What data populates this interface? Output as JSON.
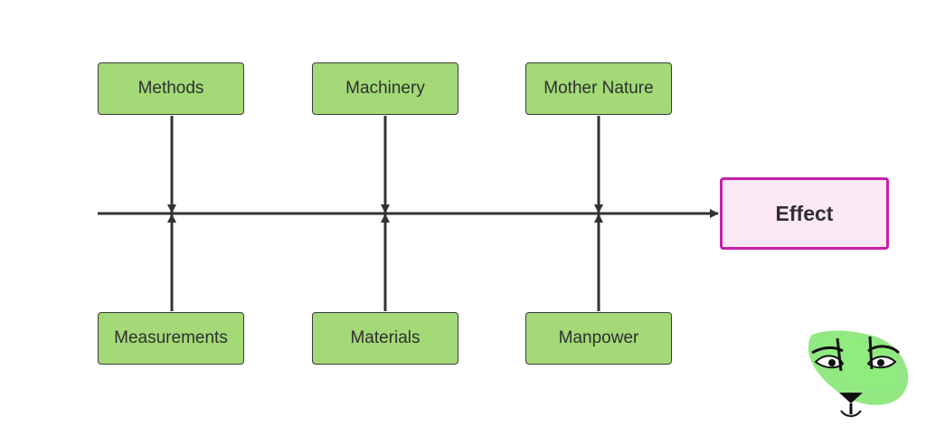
{
  "diagram": {
    "type": "fishbone",
    "effect": "Effect",
    "causes_top": [
      "Methods",
      "Machinery",
      "Mother Nature"
    ],
    "causes_bottom": [
      "Measurements",
      "Materials",
      "Manpower"
    ]
  },
  "colors": {
    "cause_fill": "#a3d977",
    "cause_border": "#3a3a3a",
    "effect_fill": "#fde8f5",
    "effect_border": "#c81fa8",
    "line": "#333333",
    "logo_wash": "#6ee05a"
  },
  "logo": {
    "icon": "tiger-face-icon"
  }
}
